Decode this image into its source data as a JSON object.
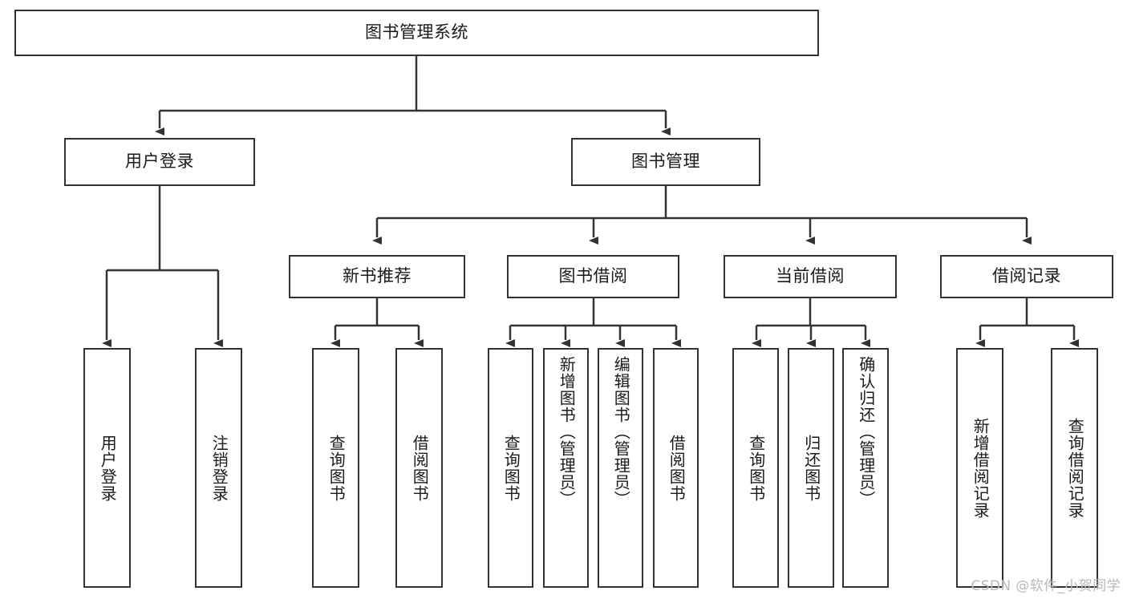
{
  "diagram": {
    "type": "tree-hierarchy-chart",
    "title": "图书管理系统",
    "stroke_color": "#333333",
    "background_color": "#ffffff",
    "text_color": "#1a1a1a",
    "watermark": "CSDN @软件_小贺同学",
    "root": {
      "id": "root",
      "label": "图书管理系统"
    },
    "level2": [
      {
        "id": "user-login",
        "label": "用户登录"
      },
      {
        "id": "book-management",
        "label": "图书管理"
      }
    ],
    "level3": [
      {
        "id": "new-book-recommend",
        "label": "新书推荐"
      },
      {
        "id": "book-borrow",
        "label": "图书借阅"
      },
      {
        "id": "current-borrow",
        "label": "当前借阅"
      },
      {
        "id": "borrow-record",
        "label": "借阅记录"
      }
    ],
    "leaves": {
      "user_login": [
        {
          "id": "leaf-user-login",
          "label": "用户登录"
        },
        {
          "id": "leaf-logout-login",
          "label": "注销登录"
        }
      ],
      "new_book_recommend": [
        {
          "id": "leaf-query-book-1",
          "label": "查询图书"
        },
        {
          "id": "leaf-borrow-book-1",
          "label": "借阅图书"
        }
      ],
      "book_borrow": [
        {
          "id": "leaf-query-book-2",
          "label": "查询图书"
        },
        {
          "id": "leaf-add-book",
          "label": "新增图书（管理员）"
        },
        {
          "id": "leaf-edit-book",
          "label": "编辑图书（管理员）"
        },
        {
          "id": "leaf-borrow-book-2",
          "label": "借阅图书"
        }
      ],
      "current_borrow": [
        {
          "id": "leaf-query-book-3",
          "label": "查询图书"
        },
        {
          "id": "leaf-return-book",
          "label": "归还图书"
        },
        {
          "id": "leaf-confirm-return",
          "label": "确认归还（管理员）"
        }
      ],
      "borrow_record": [
        {
          "id": "leaf-add-borrow-record",
          "label": "新增借阅记录"
        },
        {
          "id": "leaf-query-borrow-record",
          "label": "查询借阅记录"
        }
      ]
    }
  }
}
